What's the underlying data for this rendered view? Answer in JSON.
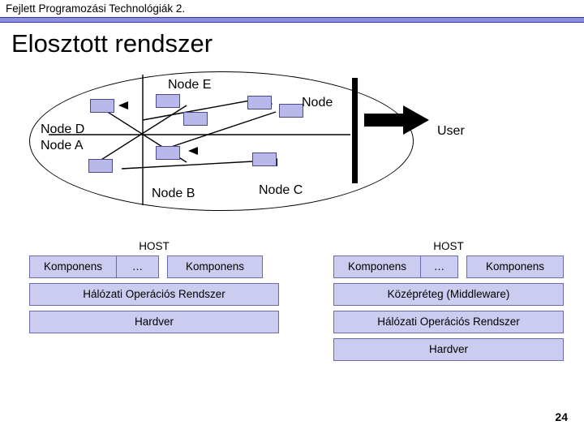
{
  "header": {
    "text": "Fejlett Programozási Technológiák 2."
  },
  "title": "Elosztott rendszer",
  "diagram": {
    "nodes": [
      {
        "id": "node-e",
        "label": "Node E"
      },
      {
        "id": "node-f",
        "label": "Node"
      },
      {
        "id": "node-d",
        "label": "Node D"
      },
      {
        "id": "node-a",
        "label": "Node A"
      },
      {
        "id": "node-b",
        "label": "Node B"
      },
      {
        "id": "node-c",
        "label": "Node C"
      }
    ],
    "user_label": "User"
  },
  "stacks": [
    {
      "id": "host-left",
      "title": "HOST",
      "components": {
        "left_label": "Komponens",
        "dots_label": "…",
        "right_label": "Komponens"
      },
      "layers": [
        "Hálózati Operációs Rendszer",
        "Hardver"
      ]
    },
    {
      "id": "host-right",
      "title": "HOST",
      "components": {
        "left_label": "Komponens",
        "dots_label": "…",
        "right_label": "Komponens"
      },
      "layers": [
        "Középréteg (Middleware)",
        "Hálózati Operációs Rendszer",
        "Hardver"
      ]
    }
  ],
  "page_number": "24",
  "colors": {
    "band": "#8c8ce0",
    "node_fill": "#b8b8ea",
    "layer_fill": "#ccccf0",
    "layer_border": "#6a6ab0"
  }
}
